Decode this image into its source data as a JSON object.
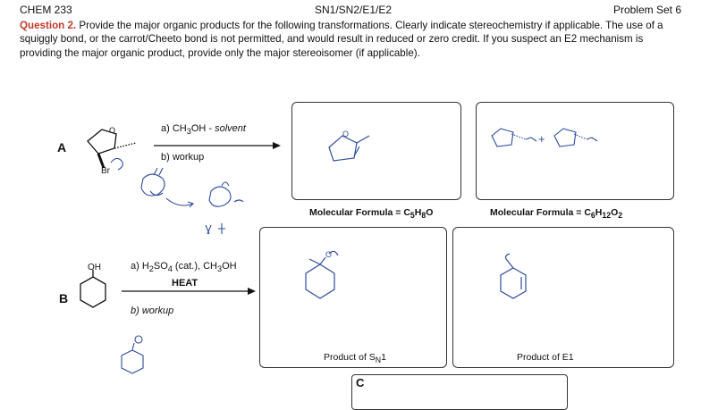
{
  "header": {
    "course": "CHEM 233",
    "topic": "SN1/SN2/E1/E2",
    "set": "Problem Set 6"
  },
  "question": {
    "number": "Question 2.",
    "text": "Provide the major organic products for the following transformations. Clearly indicate stereochemistry if applicable. The use of a squiggly bond, or the carrot/Cheeto bond is not permitted, and would result in reduced or zero credit. If you suspect an E2 mechanism is providing the major organic product, provide only the major stereoisomer (if applicable)."
  },
  "rxnA": {
    "letter": "A",
    "step_a": "a) CH",
    "step_a_sub": "3",
    "step_a_rest": "OH - ",
    "step_a_solvent": "solvent",
    "step_b": "b) workup",
    "sub_label": "Br",
    "formula1_prefix": "Molecular Formula = C",
    "formula1_c": "5",
    "formula1_h_label": "H",
    "formula1_h": "8",
    "formula1_o": "O",
    "formula2_prefix": "Molecular Formula = C",
    "formula2_c": "6",
    "formula2_h_label": "H",
    "formula2_h": "12",
    "formula2_o_label": "O",
    "formula2_o": "2",
    "plus": "+"
  },
  "rxnB": {
    "letter": "B",
    "sub_label": "OH",
    "step_a": "a) H",
    "step_a_sub1": "2",
    "step_a_mid": "SO",
    "step_a_sub2": "4",
    "step_a_rest": " (cat.), CH",
    "step_a_sub3": "3",
    "step_a_end": "OH",
    "heat": "HEAT",
    "step_b": "b) workup",
    "caption1_prefix": "Product of S",
    "caption1_sub": "N",
    "caption1_suffix": "1",
    "caption2": "Product of E1"
  },
  "rxnC": {
    "letter": "C"
  }
}
